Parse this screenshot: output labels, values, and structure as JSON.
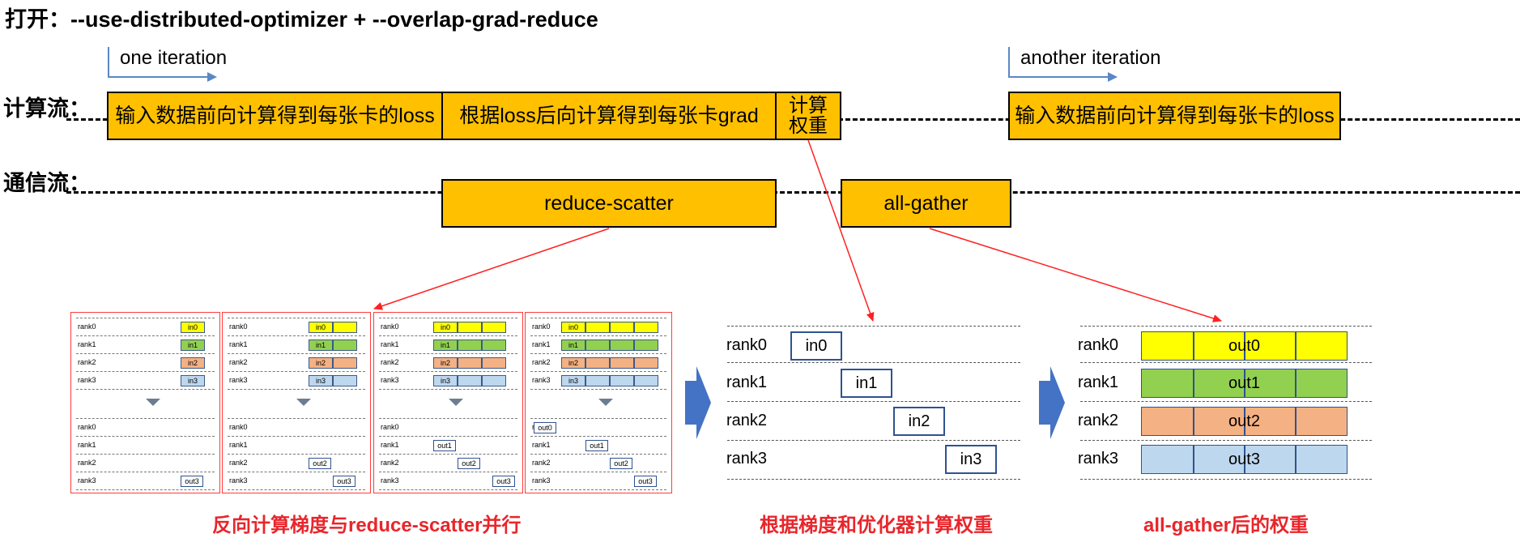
{
  "title": "打开：--use-distributed-optimizer  +  --overlap-grad-reduce",
  "rows": {
    "compute": "计算流：",
    "comm": "通信流："
  },
  "iterations": {
    "first": "one iteration",
    "second": "another iteration"
  },
  "compute_boxes": {
    "forward1": "输入数据前向计算得到每张卡的loss",
    "backward": "根据loss后向计算得到每张卡grad",
    "weight": "计算权重",
    "forward2": "输入数据前向计算得到每张卡的loss"
  },
  "comm_boxes": {
    "reduce_scatter": "reduce-scatter",
    "all_gather": "all-gather"
  },
  "ranks": [
    "rank0",
    "rank1",
    "rank2",
    "rank3"
  ],
  "inputs": [
    "in0",
    "in1",
    "in2",
    "in3"
  ],
  "outputs": [
    "out0",
    "out1",
    "out2",
    "out3"
  ],
  "colors": {
    "accent_orange": "#FFC000",
    "rank0": "#FFFF00",
    "rank1": "#92D050",
    "rank2": "#F4B183",
    "rank3": "#BDD7EE",
    "caption_red": "#E8262B",
    "arrow_blue": "#4472C4"
  },
  "captions": {
    "left": "反向计算梯度与reduce-scatter并行",
    "middle": "根据梯度和优化器计算权重",
    "right": "all-gather后的权重"
  }
}
